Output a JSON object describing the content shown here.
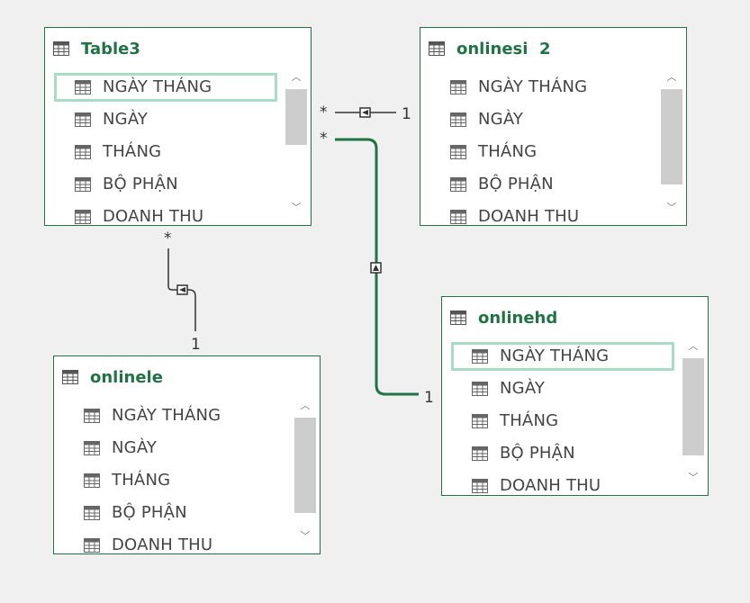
{
  "tables": [
    {
      "name": "Table3",
      "fields": [
        "NGÀY THÁNG",
        "NGÀY",
        "THÁNG",
        "BỘ PHẬN",
        "DOANH THU"
      ],
      "selected_field": 0
    },
    {
      "name": "onlinesi  2",
      "fields": [
        "NGÀY THÁNG",
        "NGÀY",
        "THÁNG",
        "BỘ PHẬN",
        "DOANH THU"
      ],
      "selected_field": null
    },
    {
      "name": "onlinele",
      "fields": [
        "NGÀY THÁNG",
        "NGÀY",
        "THÁNG",
        "BỘ PHẬN",
        "DOANH THU"
      ],
      "selected_field": null
    },
    {
      "name": "onlinehd",
      "fields": [
        "NGÀY THÁNG",
        "NGÀY",
        "THÁNG",
        "BỘ PHẬN",
        "DOANH THU"
      ],
      "selected_field": 0
    }
  ],
  "relationships": [
    {
      "from_table": "Table3",
      "to_table": "onlinesi  2",
      "from_card": "*",
      "to_card": "1",
      "active": false
    },
    {
      "from_table": "Table3",
      "to_table": "onlinehd",
      "from_card": "*",
      "to_card": "1",
      "active": true
    },
    {
      "from_table": "Table3",
      "to_table": "onlinele",
      "from_card": "*",
      "to_card": "1",
      "active": false
    }
  ],
  "colors": {
    "background": "#f0f0f0",
    "title": "#217346",
    "active_line": "#217346",
    "inactive_line": "#333333",
    "selection": "#a8dcc4",
    "scrollbar_thumb": "#cdcdcd"
  },
  "icons": {
    "table": "table-grid-icon",
    "field": "field-grid-icon",
    "scroll_up": "chevron-up-icon",
    "scroll_down": "chevron-down-icon"
  }
}
